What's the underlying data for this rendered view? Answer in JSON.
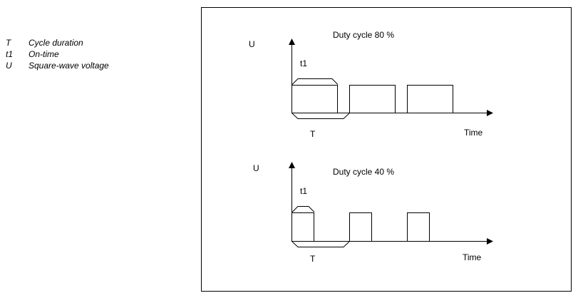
{
  "legend": [
    {
      "symbol": "T",
      "text": "Cycle duration"
    },
    {
      "symbol": "t1",
      "text": "On-time"
    },
    {
      "symbol": "U",
      "text": "Square-wave voltage"
    }
  ],
  "diagrams": [
    {
      "title": "Duty cycle 80 %",
      "y_label": "U",
      "x_label": "Time",
      "on_time_label": "t1",
      "period_label": "T",
      "duty_cycle_percent": 80,
      "pulse_count": 3
    },
    {
      "title": "Duty cycle 40 %",
      "y_label": "U",
      "x_label": "Time",
      "on_time_label": "t1",
      "period_label": "T",
      "duty_cycle_percent": 40,
      "pulse_count": 3
    }
  ]
}
